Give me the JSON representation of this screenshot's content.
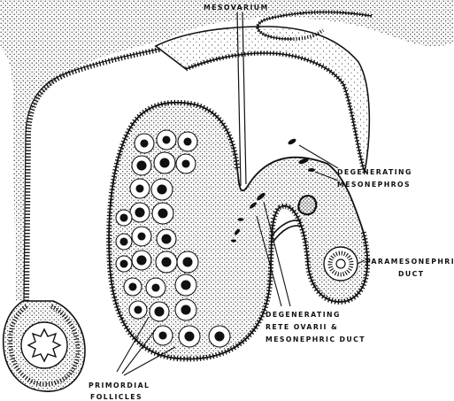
{
  "diagram": {
    "labels": {
      "mesovarium": "MESOVARIUM",
      "degenerating_mesonephros_1": "DEGENERATING",
      "degenerating_mesonephros_2": "MESONEPHROS",
      "paramesonephric_1": "PARAMESONEPHRIC",
      "paramesonephric_2": "DUCT",
      "rete_1": "DEGENERATING",
      "rete_2": "RETE  OVARII  &",
      "rete_3": "MESONEPHRIC  DUCT",
      "primordial_1": "PRIMORDIAL",
      "primordial_2": "FOLLICLES"
    },
    "colors": {
      "ink": "#111111",
      "paper": "#ffffff"
    }
  }
}
